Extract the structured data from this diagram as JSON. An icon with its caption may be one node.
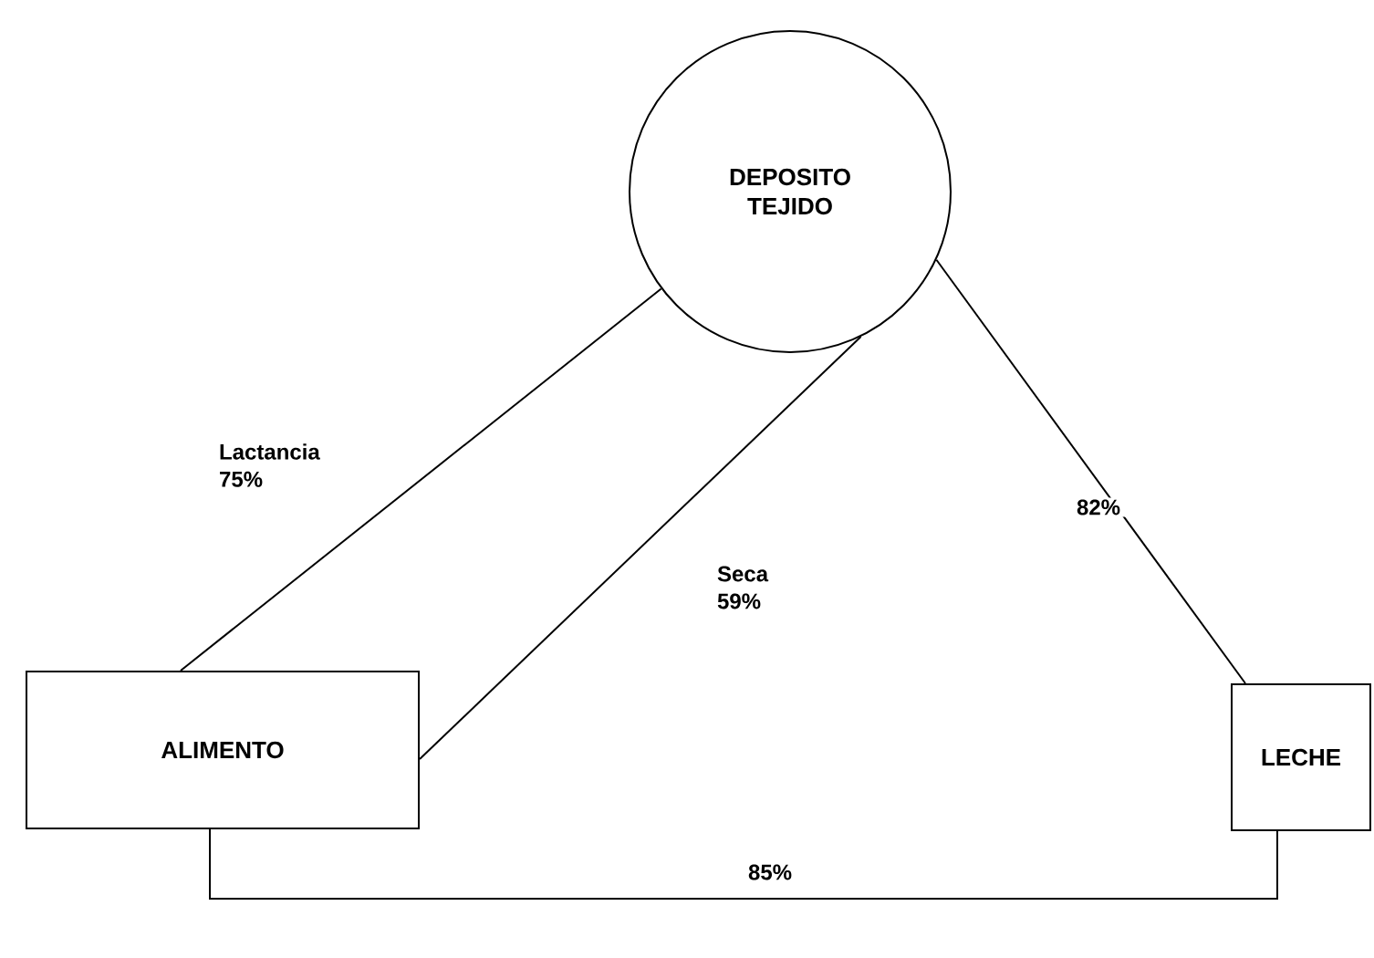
{
  "diagram": {
    "nodes": [
      {
        "text": [
          "DEPOSITO TEJIDO"
        ]
      },
      {
        "text": [
          "ALIMENTO"
        ]
      },
      {
        "text": [
          "LECHE"
        ]
      }
    ],
    "edges": [
      {
        "from": 0,
        "to": 1,
        "arrow": "none",
        "label": "Lactancia 75%"
      },
      {
        "from": 0,
        "to": 1,
        "arrow": "none",
        "label": "Seca 59%"
      },
      {
        "from": 0,
        "to": 2,
        "arrow": "none",
        "label": "82%"
      },
      {
        "from": 1,
        "to": 2,
        "arrow": "none",
        "label": "85%"
      }
    ]
  }
}
